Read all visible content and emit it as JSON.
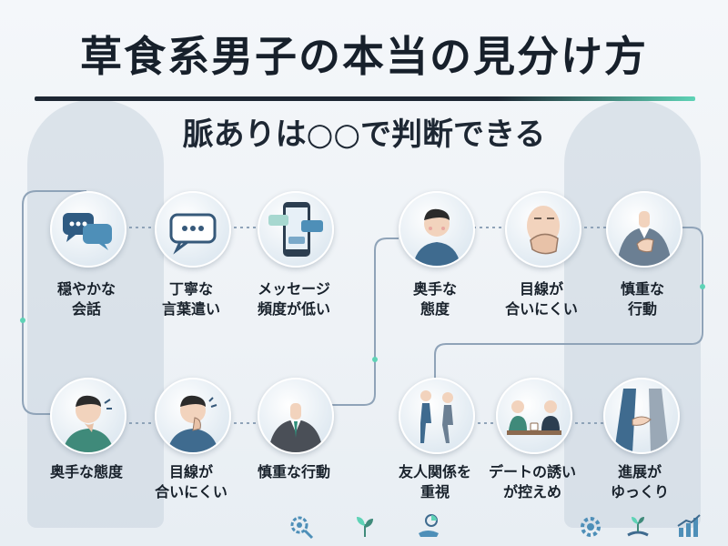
{
  "title": "草食系男子の本当の見分け方",
  "subtitle": "脈ありは○○で判断できる",
  "top_row": [
    {
      "icon": "speech-bubbles-icon",
      "lines": [
        "穏やかな",
        "会話"
      ]
    },
    {
      "icon": "chat-bubble-icon",
      "lines": [
        "丁寧な",
        "言葉遣い"
      ]
    },
    {
      "icon": "smartphone-messages-icon",
      "lines": [
        "メッセージ",
        "頻度が低い"
      ]
    },
    {
      "icon": "shy-man-icon",
      "lines": [
        "奥手な",
        "態度"
      ]
    },
    {
      "icon": "covering-mouth-icon",
      "lines": [
        "目線が",
        "合いにくい"
      ]
    },
    {
      "icon": "hand-on-chest-icon",
      "lines": [
        "慎重な",
        "行動"
      ]
    }
  ],
  "bottom_row": [
    {
      "icon": "worried-man-icon",
      "lines": [
        "奥手な態度"
      ]
    },
    {
      "icon": "thinking-man-icon",
      "lines": [
        "目線が",
        "合いにくい"
      ]
    },
    {
      "icon": "businessman-icon",
      "lines": [
        "慎重な行動"
      ]
    },
    {
      "icon": "walking-pair-icon",
      "lines": [
        "友人関係を",
        "重視"
      ]
    },
    {
      "icon": "cafe-date-icon",
      "lines": [
        "デートの誘い",
        "が控えめ"
      ]
    },
    {
      "icon": "holding-hands-icon",
      "lines": [
        "進展が",
        "ゆっくり"
      ]
    }
  ],
  "colors": {
    "accent": "#5ed3b6",
    "dark": "#1d2733",
    "line": "#8fa3b8"
  }
}
